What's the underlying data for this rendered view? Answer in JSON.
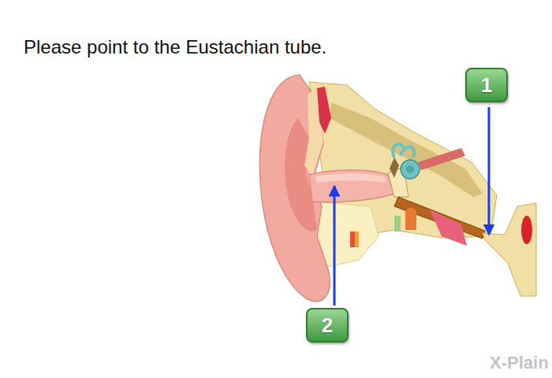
{
  "diagram": {
    "title": "Please point to the Eustachian tube.",
    "nodes": [
      {
        "text": [
          "1"
        ]
      },
      {
        "text": [
          "2"
        ]
      }
    ],
    "labels": [
      "X-Plain"
    ]
  }
}
